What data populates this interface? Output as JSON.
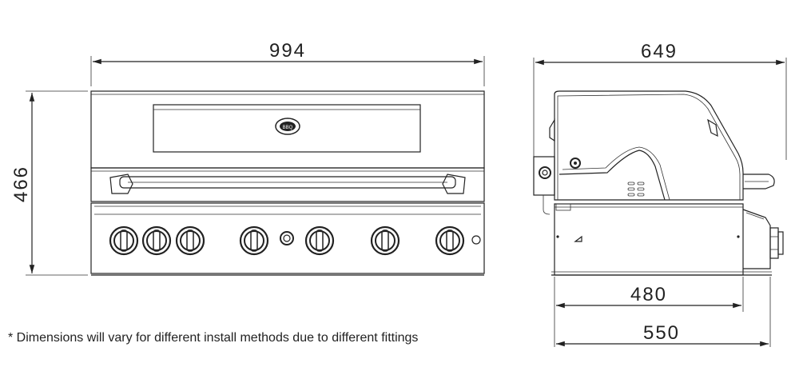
{
  "dimensions": {
    "front_width": "994",
    "height": "466",
    "side_depth": "649",
    "cart_depth": "480",
    "overall_depth": "550"
  },
  "note": "* Dimensions will vary for different install methods due to different fittings"
}
